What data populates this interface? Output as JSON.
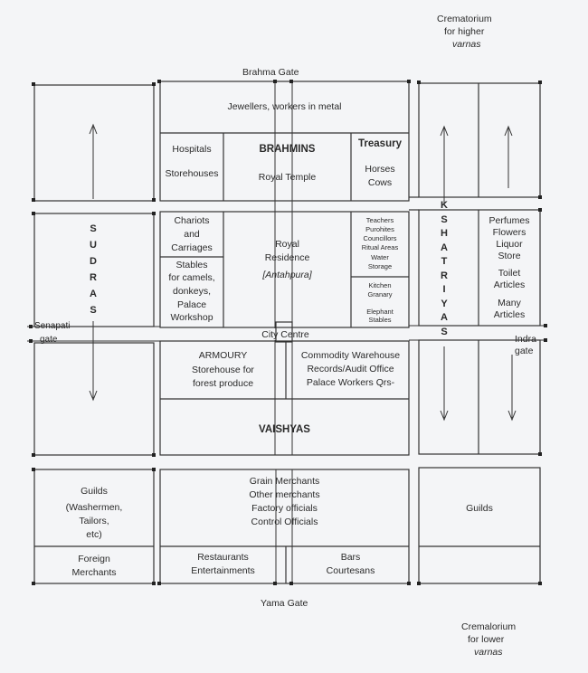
{
  "gates": {
    "brahma": "Brahma Gate",
    "yama": "Yama Gate",
    "senapati": "Senapati",
    "senapati2": "gate",
    "indra": "Indra",
    "indra2": "gate"
  },
  "crematoria": {
    "higher": [
      "Crematorium",
      "for higher",
      "varnas"
    ],
    "lower": [
      "Cremalorium",
      "for lower",
      "varnas"
    ]
  },
  "north": {
    "jewellers": "Jewellers, workers in metal",
    "hospitals": "Hospitals",
    "storehouses": "Storehouses",
    "brahmins": "BRAHMINS",
    "royal_temple": "Royal Temple",
    "treasury": "Treasury",
    "horses": "Horses",
    "cows": "Cows"
  },
  "centre": {
    "chariots": [
      "Chariots",
      "and",
      "Carriages"
    ],
    "stables": [
      "Stables",
      "for camels,",
      "donkeys,",
      "Palace",
      "Workshop"
    ],
    "royal": [
      "Royal",
      "Residence"
    ],
    "antahpura": "[Antahpura]",
    "teachers": [
      "Teachers",
      "Purohites",
      "Councillors",
      "Ritual Areas",
      "Water",
      "Storage"
    ],
    "kitchen": [
      "Kitchen",
      "Granary"
    ],
    "elephant": [
      "Elephant",
      "Stables"
    ],
    "city_centre": "City Centre"
  },
  "sides": {
    "sudras": [
      "S",
      "U",
      "D",
      "R",
      "A",
      "S"
    ],
    "kshatriyas": [
      "K",
      "S",
      "H",
      "A",
      "T",
      "R",
      "I",
      "Y",
      "A",
      "S"
    ],
    "perfumes": [
      "Perfumes",
      "Flowers",
      "Liquor",
      "Store"
    ],
    "toilet": [
      "Toilet",
      "Articles"
    ],
    "many": [
      "Many",
      "Articles"
    ]
  },
  "south": {
    "armoury": "ARMOURY",
    "storehouse_forest": [
      "Storehouse for",
      "forest produce"
    ],
    "commodity": [
      "Commodity Warehouse",
      "Records/Audit Office",
      "Palace Workers Qrs-"
    ],
    "vaishyas": "VAISHYAS",
    "guilds_left": [
      "Guilds",
      "(Washermen,",
      "Tailors,",
      "etc)"
    ],
    "guilds_right": "Guilds",
    "merchants": [
      "Grain Merchants",
      "Other merchants",
      "Factory officials",
      "Control Officials"
    ],
    "foreign": [
      "Foreign",
      "Merchants"
    ],
    "restaurants": [
      "Restaurants",
      "Entertainments"
    ],
    "bars": [
      "Bars",
      "Courtesans"
    ]
  }
}
